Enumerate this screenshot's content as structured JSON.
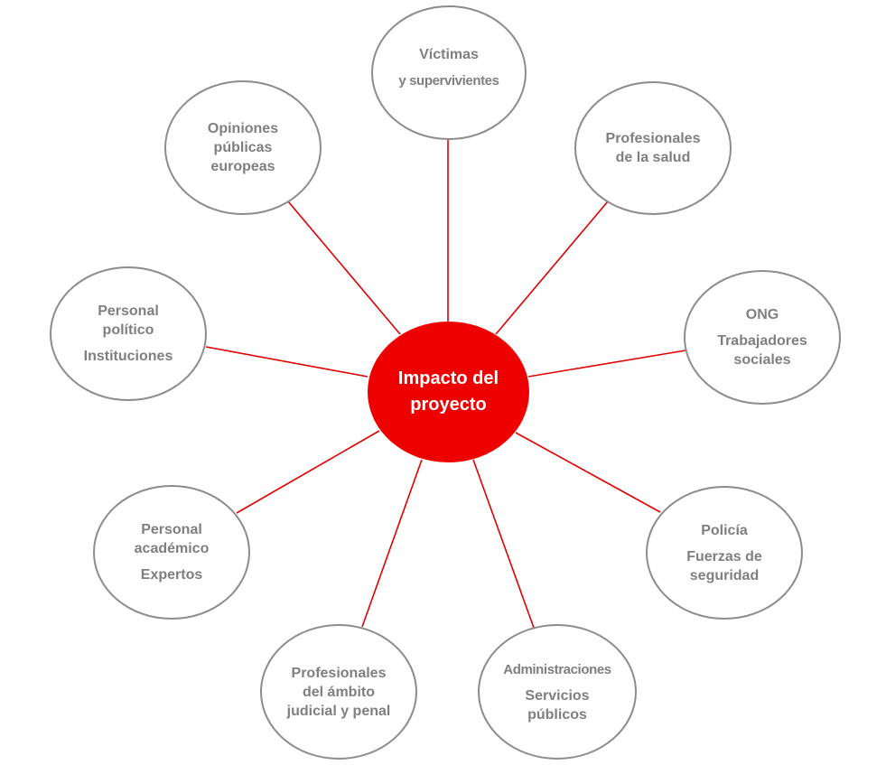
{
  "center": {
    "line1": "Impacto del",
    "line2": "proyecto",
    "color": "#ee0000"
  },
  "connector_color": "#e00000",
  "stakeholders": {
    "victimas": {
      "line1": "Víctimas",
      "line2": "y supervivientes"
    },
    "salud": {
      "line1": "Profesionales",
      "line2": "de la salud"
    },
    "ong": {
      "line1": "ONG",
      "line2": "Trabajadores",
      "line3": "sociales"
    },
    "policia": {
      "line1": "Policía",
      "line2": "Fuerzas de",
      "line3": "seguridad"
    },
    "administraciones": {
      "line1": "Administraciones",
      "line2": "Servicios",
      "line3": "públicos"
    },
    "judicial": {
      "line1": "Profesionales",
      "line2": "del ámbito",
      "line3": "judicial y penal"
    },
    "academico": {
      "line1": "Personal",
      "line2": "académico",
      "line3": "Expertos"
    },
    "politico": {
      "line1": "Personal",
      "line2": "político",
      "line3": "Instituciones"
    },
    "opiniones": {
      "line1": "Opiniones",
      "line2": "públicas",
      "line3": "europeas"
    }
  }
}
